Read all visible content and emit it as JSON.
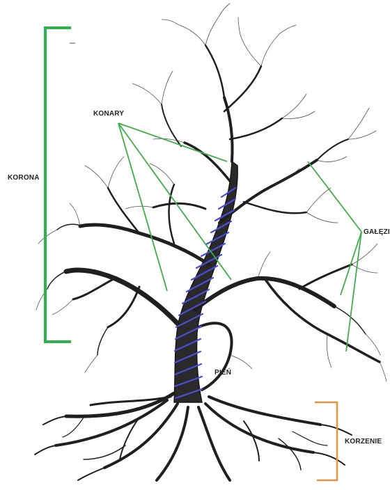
{
  "labels": {
    "korona": "KORONA",
    "konary": "KONARY",
    "galezie": "GAŁĘZIE",
    "pien": "PIEŃ",
    "korzenie": "KORZENIE"
  },
  "colors": {
    "crown_bracket": "#2db34a",
    "pointer_lines": "#3fae49",
    "trunk_spiral": "#4a4fd6",
    "roots_bracket": "#e8923a",
    "tree": "#1c1c1c",
    "background": "#ffffff"
  },
  "icons": {
    "illustration": "bare-tree-illustration"
  }
}
